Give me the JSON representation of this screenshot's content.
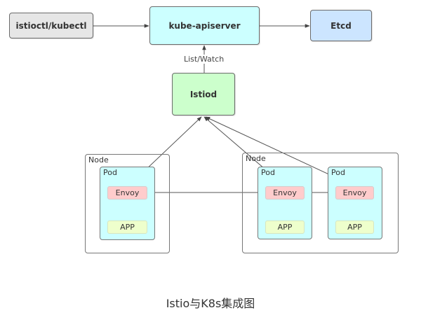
{
  "diagram": {
    "nodes": {
      "cli": {
        "label": "istioctl/kubectl",
        "color": "#e6e6e6"
      },
      "apiserver": {
        "label": "kube-apiserver",
        "color": "#ccffff"
      },
      "etcd": {
        "label": "Etcd",
        "color": "#cce5ff"
      },
      "istiod": {
        "label": "Istiod",
        "color": "#ccffcc"
      }
    },
    "edge_labels": {
      "list_watch": "List/Watch"
    },
    "k8s_nodes": [
      {
        "label": "Node",
        "pods": [
          {
            "label": "Pod",
            "envoy": "Envoy",
            "app": "APP"
          }
        ]
      },
      {
        "label": "Node",
        "pods": [
          {
            "label": "Pod",
            "envoy": "Envoy",
            "app": "APP"
          },
          {
            "label": "Pod",
            "envoy": "Envoy",
            "app": "APP"
          }
        ]
      }
    ],
    "colors": {
      "pod": "#ccffff",
      "envoy": "#ffcccc",
      "app": "#eeffcc",
      "edge": "#555555"
    },
    "edges": [
      {
        "from": "istioctl/kubectl",
        "to": "kube-apiserver"
      },
      {
        "from": "kube-apiserver",
        "to": "Etcd"
      },
      {
        "from": "Istiod",
        "to": "kube-apiserver",
        "label": "List/Watch"
      },
      {
        "from": "Envoy (node1/pod1)",
        "to": "Istiod"
      },
      {
        "from": "Envoy (node2/pod1)",
        "to": "Istiod"
      },
      {
        "from": "Envoy (node2/pod2)",
        "to": "Istiod"
      },
      {
        "from": "Envoy (node1/pod1)",
        "to": "Envoy (node2/pod1)"
      },
      {
        "from": "Envoy (node2/pod1)",
        "to": "Envoy (node2/pod2)"
      },
      {
        "from": "APP",
        "to": "Envoy"
      }
    ]
  },
  "caption": "Istio与K8s集成图"
}
